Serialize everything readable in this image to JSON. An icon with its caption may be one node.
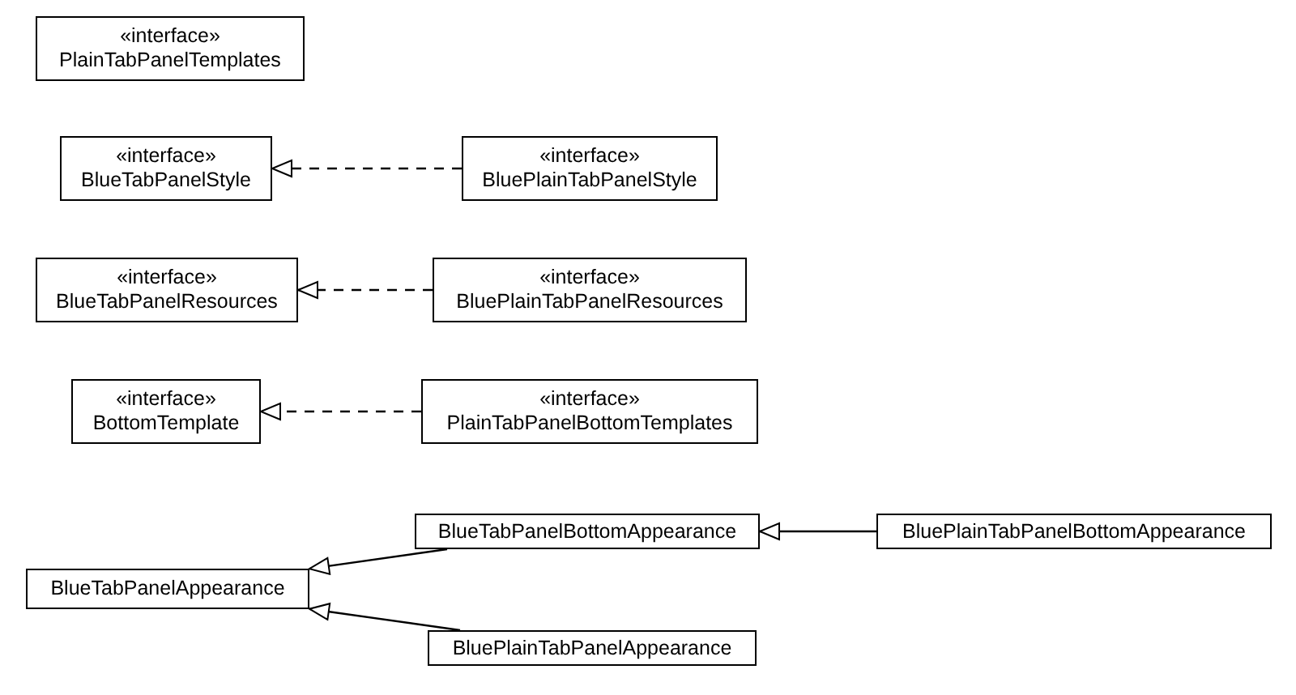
{
  "diagram": {
    "nodes": [
      {
        "text": [
          "«interface»",
          "PlainTabPanelTemplates"
        ]
      },
      {
        "text": [
          "«interface»",
          "BlueTabPanelStyle"
        ]
      },
      {
        "text": [
          "«interface»",
          "BluePlainTabPanelStyle"
        ]
      },
      {
        "text": [
          "«interface»",
          "BlueTabPanelResources"
        ]
      },
      {
        "text": [
          "«interface»",
          "BluePlainTabPanelResources"
        ]
      },
      {
        "text": [
          "«interface»",
          "BottomTemplate"
        ]
      },
      {
        "text": [
          "«interface»",
          "PlainTabPanelBottomTemplates"
        ]
      },
      {
        "text": [
          "BlueTabPanelBottomAppearance"
        ]
      },
      {
        "text": [
          "BluePlainTabPanelBottomAppearance"
        ]
      },
      {
        "text": [
          "BlueTabPanelAppearance"
        ]
      },
      {
        "text": [
          "BluePlainTabPanelAppearance"
        ]
      }
    ],
    "edges": [
      {
        "from": 2,
        "to": 1,
        "arrow": "to",
        "style": "dashed"
      },
      {
        "from": 4,
        "to": 3,
        "arrow": "to",
        "style": "dashed"
      },
      {
        "from": 6,
        "to": 5,
        "arrow": "to",
        "style": "dashed"
      },
      {
        "from": 8,
        "to": 7,
        "arrow": "to"
      },
      {
        "from": 7,
        "to": 9,
        "arrow": "to"
      },
      {
        "from": 10,
        "to": 9,
        "arrow": "to"
      }
    ]
  }
}
